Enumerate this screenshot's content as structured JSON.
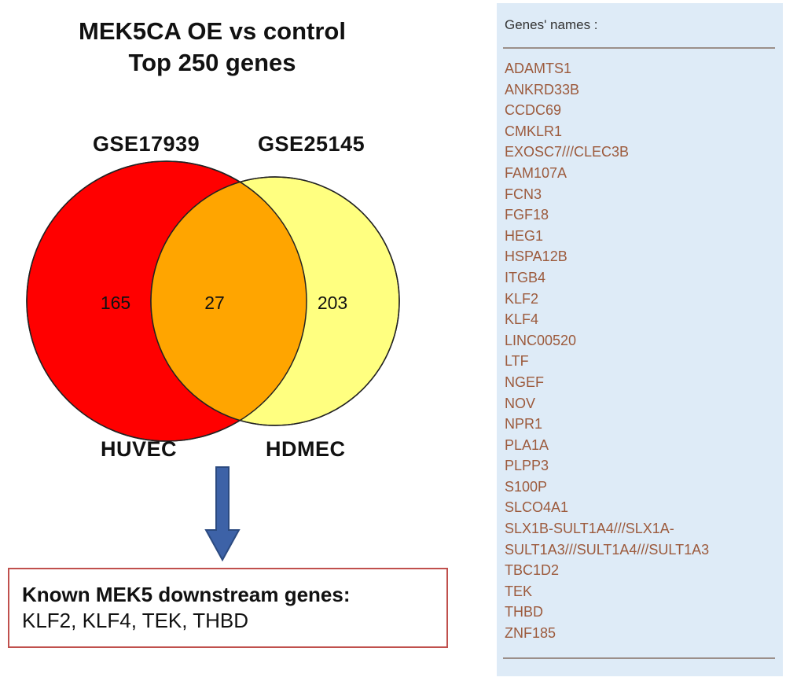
{
  "title": {
    "line1": "MEK5CA OE vs control",
    "line2": "Top 250 genes"
  },
  "venn": {
    "left": {
      "dataset": "GSE17939",
      "cell_type": "HUVEC",
      "count": "165",
      "color": "#ff0000"
    },
    "right": {
      "dataset": "GSE25145",
      "cell_type": "HDMEC",
      "count": "203",
      "color": "#ffff80"
    },
    "overlap": {
      "count": "27",
      "color": "#ffa500"
    }
  },
  "arrow_color": "#3d62a7",
  "known": {
    "title": "Known MEK5 downstream genes:",
    "genes": "KLF2, KLF4, TEK, THBD",
    "border_color": "#c0504d"
  },
  "panel": {
    "header": "Genes' names :",
    "background": "#deebf7",
    "genes": [
      "ADAMTS1",
      "ANKRD33B",
      "CCDC69",
      "CMKLR1",
      "EXOSC7///CLEC3B",
      "FAM107A",
      "FCN3",
      "FGF18",
      "HEG1",
      "HSPA12B",
      "ITGB4",
      "KLF2",
      "KLF4",
      "LINC00520",
      "LTF",
      "NGEF",
      "NOV",
      "NPR1",
      "PLA1A",
      "PLPP3",
      "S100P",
      "SLCO4A1",
      "SLX1B-SULT1A4///SLX1A-",
      "SULT1A3///SULT1A4///SULT1A3",
      "TBC1D2",
      "TEK",
      "THBD",
      "ZNF185"
    ]
  }
}
